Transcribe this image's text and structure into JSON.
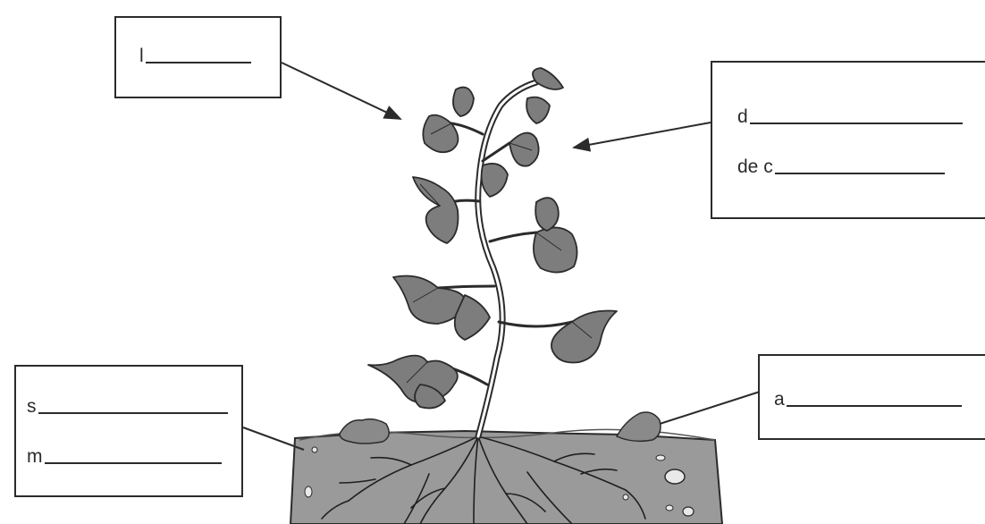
{
  "labels": {
    "top_left": {
      "line1": "l"
    },
    "top_right": {
      "line1": "d",
      "line2": "de c"
    },
    "bottom_left": {
      "line1": "s",
      "line2": "m"
    },
    "bottom_right": {
      "line1": "a"
    }
  },
  "colors": {
    "ink": "#2b2b2b",
    "soil": "#9a9a9a",
    "leaf": "#7d7d7d",
    "leaf_dark": "#4a4a4a",
    "background": "#ffffff"
  },
  "icons": {
    "plant": "plant-illustration",
    "soil": "soil-illustration",
    "roots": "roots-illustration"
  }
}
